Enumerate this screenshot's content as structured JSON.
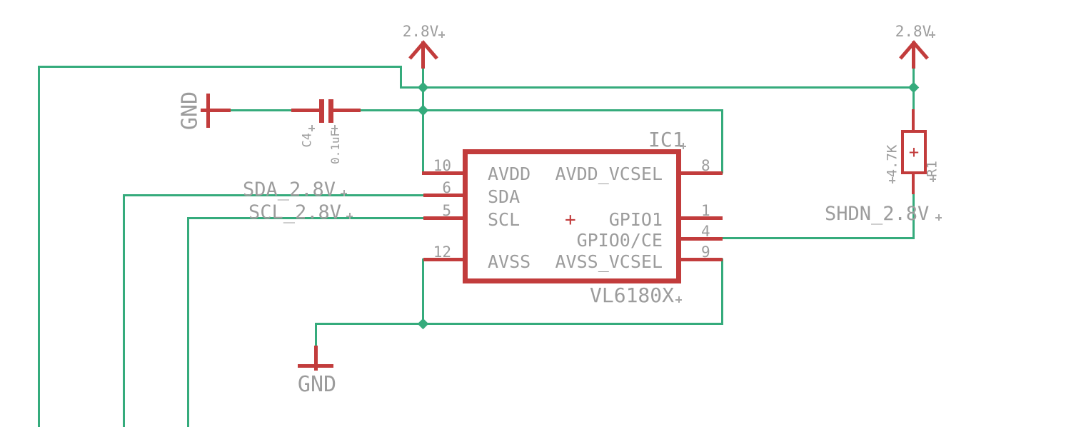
{
  "colors": {
    "wire": "#35ab7c",
    "component": "#c23c3c",
    "label": "#9c9c9c"
  },
  "power_flags": {
    "left": "2.8V",
    "right": "2.8V"
  },
  "ground_flags": {
    "top": "GND",
    "bottom": "GND"
  },
  "components": {
    "capacitor": {
      "ref": "C4",
      "value": "0.1uF"
    },
    "resistor": {
      "ref": "R1",
      "value": "4.7K",
      "origin_mark": "+"
    },
    "ic": {
      "ref": "IC1",
      "value": "VL6180X",
      "origin_mark": "+",
      "left_pins": [
        {
          "number": "10",
          "name": "AVDD"
        },
        {
          "number": "6",
          "name": "SDA"
        },
        {
          "number": "5",
          "name": "SCL"
        },
        {
          "number": "12",
          "name": "AVSS"
        }
      ],
      "right_pins": [
        {
          "number": "8",
          "name": "AVDD_VCSEL"
        },
        {
          "number": "1",
          "name": "GPIO1"
        },
        {
          "number": "4",
          "name": "GPIO0/CE"
        },
        {
          "number": "9",
          "name": "AVSS_VCSEL"
        }
      ]
    }
  },
  "net_labels": {
    "sda": "SDA_2.8V",
    "scl": "SCL_2.8V",
    "shdn": "SHDN_2.8V"
  }
}
